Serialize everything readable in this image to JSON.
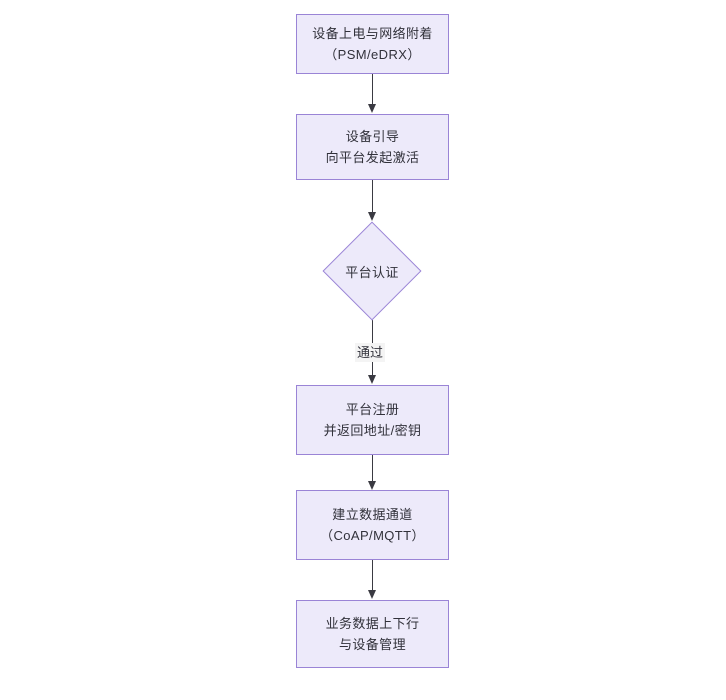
{
  "diagram": {
    "type": "flowchart",
    "orientation": "top-to-bottom",
    "background_color": "#ffffff",
    "node_fill_color": "#EDEAFA",
    "node_border_color": "#9A84D6",
    "text_color": "#31313a",
    "connector_color": "#3a3a42",
    "edge_label_background": "#f4f4f4"
  },
  "nodes": [
    {
      "id": "power-on",
      "shape": "rectangle",
      "line1": "设备上电与网络附着",
      "line2": "（PSM/eDRX）"
    },
    {
      "id": "bootstrap",
      "shape": "rectangle",
      "line1": "设备引导",
      "line2": "向平台发起激活"
    },
    {
      "id": "platform-auth",
      "shape": "diamond",
      "line1": "平台认证",
      "line2": ""
    },
    {
      "id": "platform-register",
      "shape": "rectangle",
      "line1": "平台注册",
      "line2": "并返回地址/密钥"
    },
    {
      "id": "data-channel",
      "shape": "rectangle",
      "line1": "建立数据通道",
      "line2": "（CoAP/MQTT）"
    },
    {
      "id": "business-data",
      "shape": "rectangle",
      "line1": "业务数据上下行",
      "line2": "与设备管理"
    }
  ],
  "edges": [
    {
      "id": "e1",
      "from": "power-on",
      "to": "bootstrap",
      "label": ""
    },
    {
      "id": "e2",
      "from": "bootstrap",
      "to": "platform-auth",
      "label": ""
    },
    {
      "id": "e3",
      "from": "platform-auth",
      "to": "platform-register",
      "label": "通过"
    },
    {
      "id": "e4",
      "from": "platform-register",
      "to": "data-channel",
      "label": ""
    },
    {
      "id": "e5",
      "from": "data-channel",
      "to": "business-data",
      "label": ""
    }
  ]
}
